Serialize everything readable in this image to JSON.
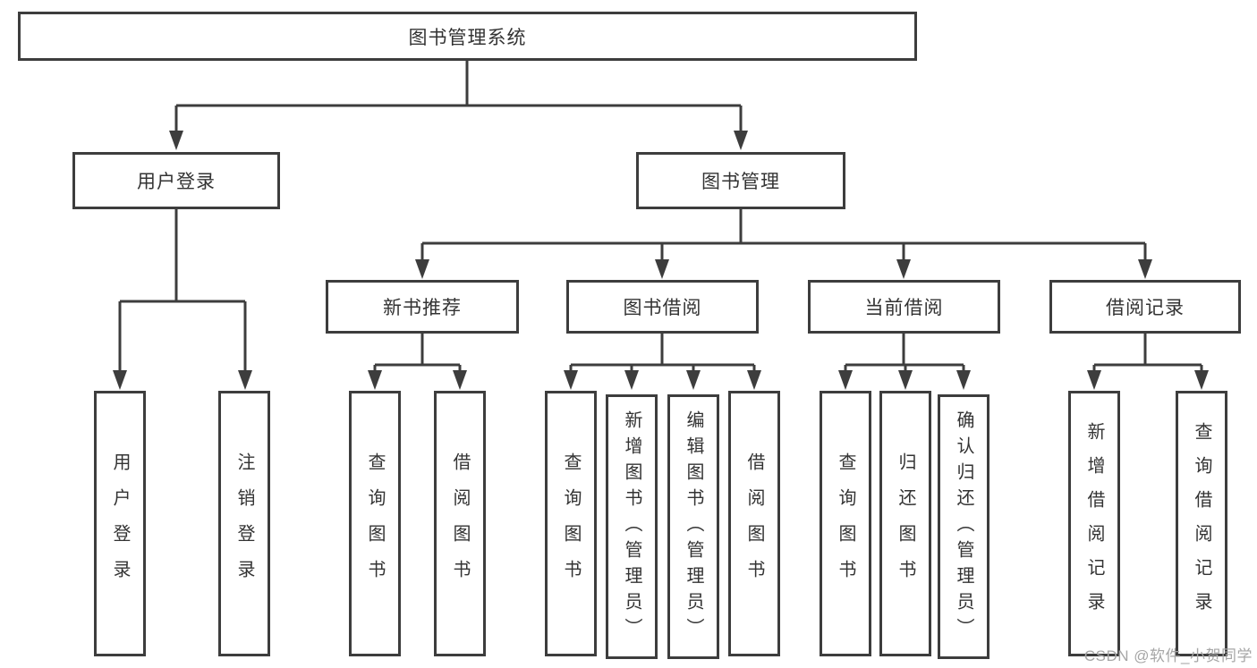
{
  "diagram": {
    "root": {
      "label": "图书管理系统"
    },
    "level2": {
      "user_login_group": {
        "label": "用户登录"
      },
      "book_mgmt": {
        "label": "图书管理"
      }
    },
    "level3": {
      "new_book_rec": {
        "label": "新书推荐"
      },
      "book_borrow": {
        "label": "图书借阅"
      },
      "current_borrow": {
        "label": "当前借阅"
      },
      "borrow_records": {
        "label": "借阅记录"
      }
    },
    "leaves": {
      "user_login": {
        "label": "用户登录"
      },
      "logout": {
        "label": "注销登录"
      },
      "query_book_a": {
        "label": "查询图书"
      },
      "borrow_book_a": {
        "label": "借阅图书"
      },
      "query_book_b": {
        "label": "查询图书"
      },
      "add_book": {
        "label": "新增图书（管理员）"
      },
      "edit_book": {
        "label": "编辑图书（管理员）"
      },
      "borrow_book_b": {
        "label": "借阅图书"
      },
      "query_book_c": {
        "label": "查询图书"
      },
      "return_book": {
        "label": "归还图书"
      },
      "confirm_return": {
        "label": "确认归还（管理员）"
      },
      "add_borrow_record": {
        "label": "新增借阅记录"
      },
      "query_borrow_record": {
        "label": "查询借阅记录"
      }
    }
  },
  "watermark": {
    "text": "CSDN @软件_小贺同学"
  },
  "colors": {
    "line": "#3d3d3d",
    "text": "#333333",
    "watermark": "#a6a6a6",
    "background": "#ffffff"
  }
}
